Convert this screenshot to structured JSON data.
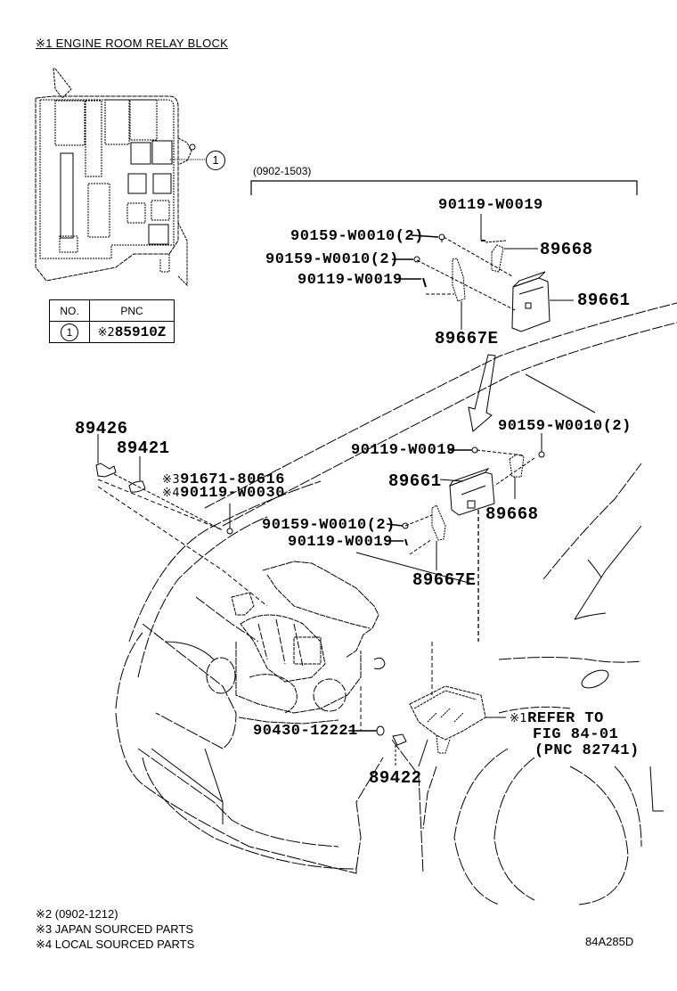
{
  "relay_block": {
    "title": "※1 ENGINE ROOM RELAY BLOCK",
    "callout": "1"
  },
  "pnc_table": {
    "headers": [
      "NO.",
      "PNC"
    ],
    "rows": [
      {
        "no": "1",
        "note_mark": "※2",
        "pnc": "85910Z"
      }
    ]
  },
  "inset": {
    "date_range": "(0902-1503)",
    "parts": {
      "bolt_top": "90119-W0019",
      "nut_upper": "90159-W0010(2)",
      "nut_lower": "90159-W0010(2)",
      "bolt_lower": "90119-W0019",
      "bracket_right": "89668",
      "ecu": "89661",
      "bracket_left": "89667E"
    }
  },
  "main": {
    "parts": {
      "sensor_bracket": "89426",
      "sensor": "89421",
      "screw_japan_mark": "※3",
      "screw_japan": "91671-80616",
      "screw_local_mark": "※4",
      "screw_local": "90119-W0030",
      "nut_right": "90159-W0010(2)",
      "bolt_upper": "90119-W0019",
      "ecu": "89661",
      "bracket_right": "89668",
      "nut_left": "90159-W0010(2)",
      "bolt_lower": "90119-W0019",
      "bracket_left": "89667E",
      "gasket": "90430-12221",
      "knock_sensor": "89422",
      "refer_mark": "※1",
      "refer_line1": "REFER TO",
      "refer_line2": "FIG 84-01",
      "refer_line3": "(PNC 82741)"
    }
  },
  "footnotes": [
    {
      "mark": "※2",
      "text": "(0902-1212)"
    },
    {
      "mark": "※3",
      "text": "JAPAN SOURCED PARTS"
    },
    {
      "mark": "※4",
      "text": "LOCAL SOURCED PARTS"
    }
  ],
  "figure_id": "84A285D"
}
